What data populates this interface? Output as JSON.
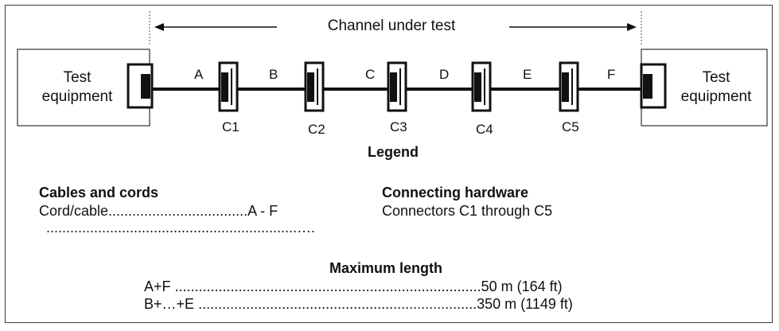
{
  "title": "Channel under test",
  "equipment_left": [
    "Test",
    "equipment"
  ],
  "equipment_right": [
    "Test",
    "equipment"
  ],
  "segments": [
    "A",
    "B",
    "C",
    "D",
    "E",
    "F"
  ],
  "connectors": [
    "C1",
    "C2",
    "C3",
    "C4",
    "C5"
  ],
  "legend": {
    "title": "Legend",
    "cables": {
      "heading": "Cables and cords",
      "row_label": "Cord/cable",
      "row_dots": "...................................",
      "row_value": "A - F",
      "extra_dots": "...............................................................…."
    },
    "hardware": {
      "heading": "Connecting hardware",
      "row": "Connectors C1 through C5"
    },
    "max_length": {
      "heading": "Maximum length",
      "rows": [
        {
          "label": "A+F",
          "dots": ".............................................................................",
          "value": "50 m (164 ft)"
        },
        {
          "label": "B+…+E",
          "dots": "......................................................................",
          "value": "350 m (1149 ft)"
        }
      ]
    }
  }
}
